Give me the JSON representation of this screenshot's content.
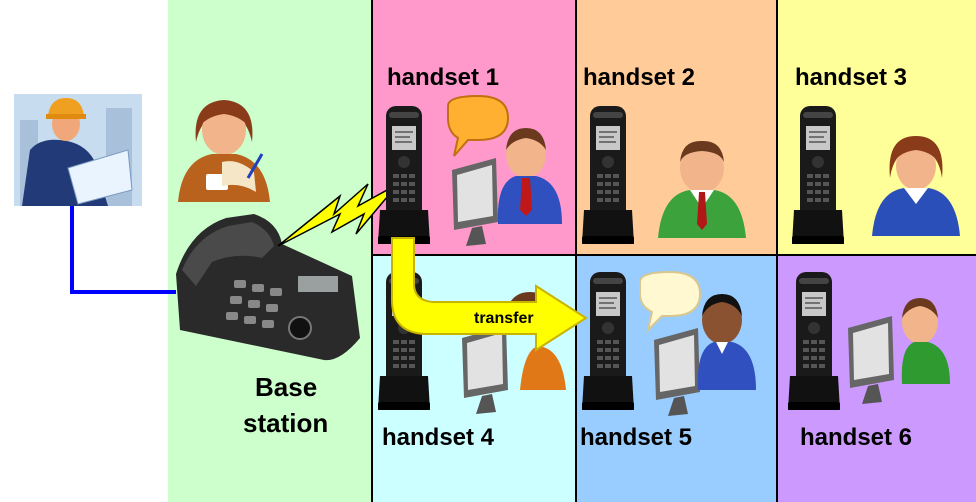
{
  "base": {
    "label_line1": "Base",
    "label_line2": "station",
    "bg": "#ccffcc"
  },
  "handsets": [
    {
      "label": "handset 1",
      "bg": "#ff99cc"
    },
    {
      "label": "handset 2",
      "bg": "#ffcc99"
    },
    {
      "label": "handset 3",
      "bg": "#ffff99"
    },
    {
      "label": "handset 4",
      "bg": "#ccffff"
    },
    {
      "label": "handset 5",
      "bg": "#99ccff"
    },
    {
      "label": "handset 6",
      "bg": "#cc99ff"
    }
  ],
  "transfer_label": "transfer",
  "colors": {
    "arrow": "#ffff00",
    "line": "#0000ff",
    "grid": "#000000"
  }
}
